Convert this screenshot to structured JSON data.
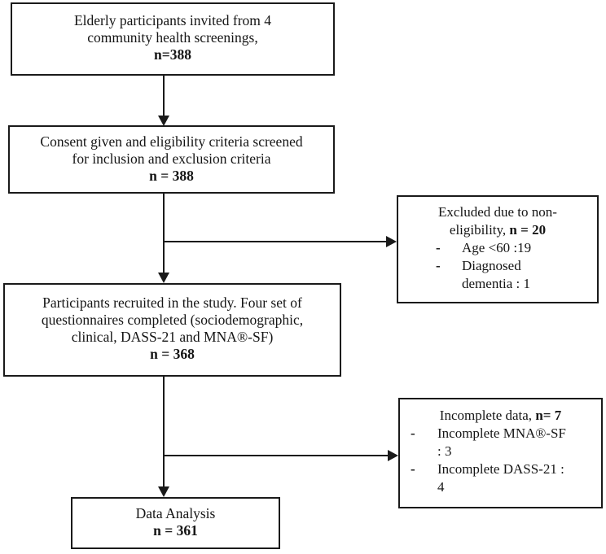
{
  "diagram": {
    "bullet": "-",
    "invited": {
      "lines": [
        "Elderly participants invited from 4",
        "community health screenings,"
      ],
      "n": "n=388"
    },
    "consent": {
      "lines": [
        "Consent given and eligibility criteria screened",
        "for inclusion and exclusion criteria"
      ],
      "n": "n = 388"
    },
    "excluded": {
      "title_line1": "Excluded due to non-",
      "title_line2_prefix": "eligibility, ",
      "n": "n = 20",
      "items": [
        [
          "Age <60 :19"
        ],
        [
          "Diagnosed",
          "dementia : 1"
        ]
      ]
    },
    "recruited": {
      "lines": [
        "Participants recruited in the study. Four set of",
        "questionnaires completed (sociodemographic,",
        "clinical, DASS-21 and MNA®-SF)"
      ],
      "n": "n = 368"
    },
    "incomplete": {
      "title_prefix": "Incomplete data, ",
      "n": "n= 7",
      "items": [
        [
          "Incomplete MNA®-SF",
          ": 3"
        ],
        [
          "Incomplete DASS-21 :",
          "4"
        ]
      ]
    },
    "analysis": {
      "lines": [
        "Data Analysis"
      ],
      "n": "n = 361"
    }
  }
}
